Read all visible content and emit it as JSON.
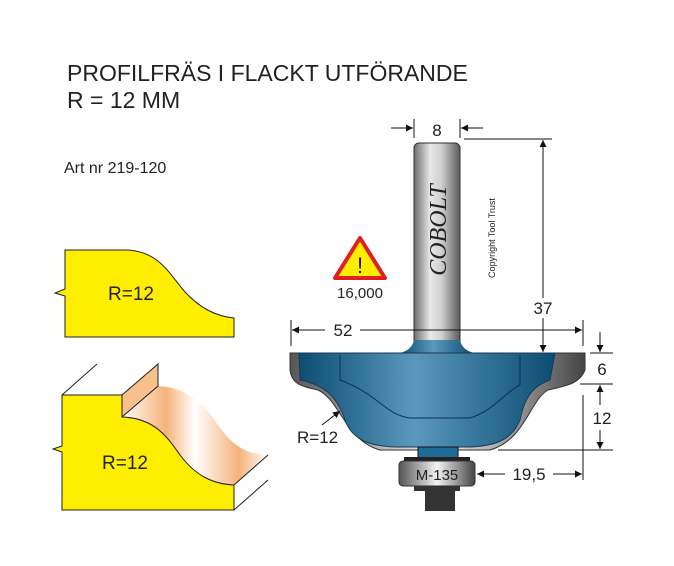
{
  "title": {
    "line1": "PROFILFRÄS I FLACKT UTFÖRANDE",
    "line2": "R = 12 MM"
  },
  "article": "Art nr 219-120",
  "profiles": {
    "top_label": "R=12",
    "bottom_label": "R=12"
  },
  "bit": {
    "brand": "COBOLT",
    "copyright": "Copyright Tool Trust",
    "bearing": "M-135",
    "max_rpm": "16,000",
    "radius_label": "R=12"
  },
  "dimensions": {
    "shank": "8",
    "total_length": "37",
    "diameter": "52",
    "flange_height": "6",
    "cut_height": "12",
    "bearing_offset": "19,5"
  },
  "colors": {
    "profile": "#ffee00",
    "body": "#1f6a97",
    "warning_red": "#e02020",
    "warning_yellow": "#ffee00"
  }
}
